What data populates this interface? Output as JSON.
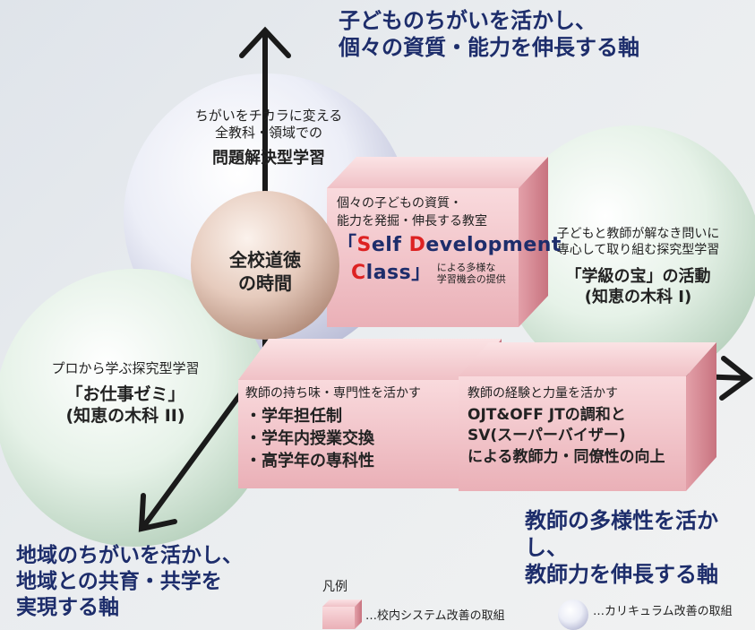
{
  "axes": {
    "top_label": [
      "子どものちがいを活かし、",
      "個々の資質・能力を伸長する軸"
    ],
    "right_label": [
      "教師の多様性を活かし、",
      "教師力を伸長する軸"
    ],
    "bottom_left_label": [
      "地域のちがいを活かし、",
      "地域との共育・共学を",
      "実現する軸"
    ]
  },
  "spheres": {
    "top": {
      "lines": [
        "ちがいをチカラに変える",
        "全教科・領域での"
      ],
      "title": "問題解決型学習"
    },
    "center": {
      "lines": [
        "全校道徳",
        "の時間"
      ]
    },
    "right": {
      "lines": [
        "子どもと教師が解なき問いに",
        "専心して取り組む探究型学習"
      ],
      "title": "「学級の宝」の活動",
      "subtitle": "(知恵の木科 I)"
    },
    "left": {
      "line": "プロから学ぶ探究型学習",
      "title": "「お仕事ゼミ」",
      "subtitle": "(知恵の木科 II)"
    }
  },
  "boxes": {
    "top": {
      "lines": [
        "個々の子どもの資質・",
        "能力を発掘・伸長する教室"
      ],
      "sdc_line1": [
        "「",
        "S",
        "elf ",
        "D",
        "evelopment"
      ],
      "sdc_line2": [
        "C",
        "lass」"
      ],
      "suffix": [
        "による多様な",
        "学習機会の提供"
      ]
    },
    "middle": {
      "heading": "教師の持ち味・専門性を活かす",
      "bullets": [
        "・学年担任制",
        "・学年内授業交換",
        "・高学年の専科性"
      ]
    },
    "right": {
      "heading": "教師の経験と力量を活かす",
      "lines": [
        "OJT&OFF JTの調和と",
        "SV(スーパーバイザー)",
        "による教師力・同僚性の向上"
      ]
    }
  },
  "legend": {
    "title": "凡例",
    "box_label": "…校内システム改善の取組",
    "sphere_label": "…カリキュラム改善の取組"
  },
  "colors": {
    "navy": "#1d2d6b",
    "accent_red": "#d22",
    "box_front": "#f2c6cb",
    "box_side": "#d68a94",
    "sphere_lavender": "#dfe0f0",
    "sphere_green": "#dfeee3",
    "sphere_tan": "#e3c7b8"
  }
}
